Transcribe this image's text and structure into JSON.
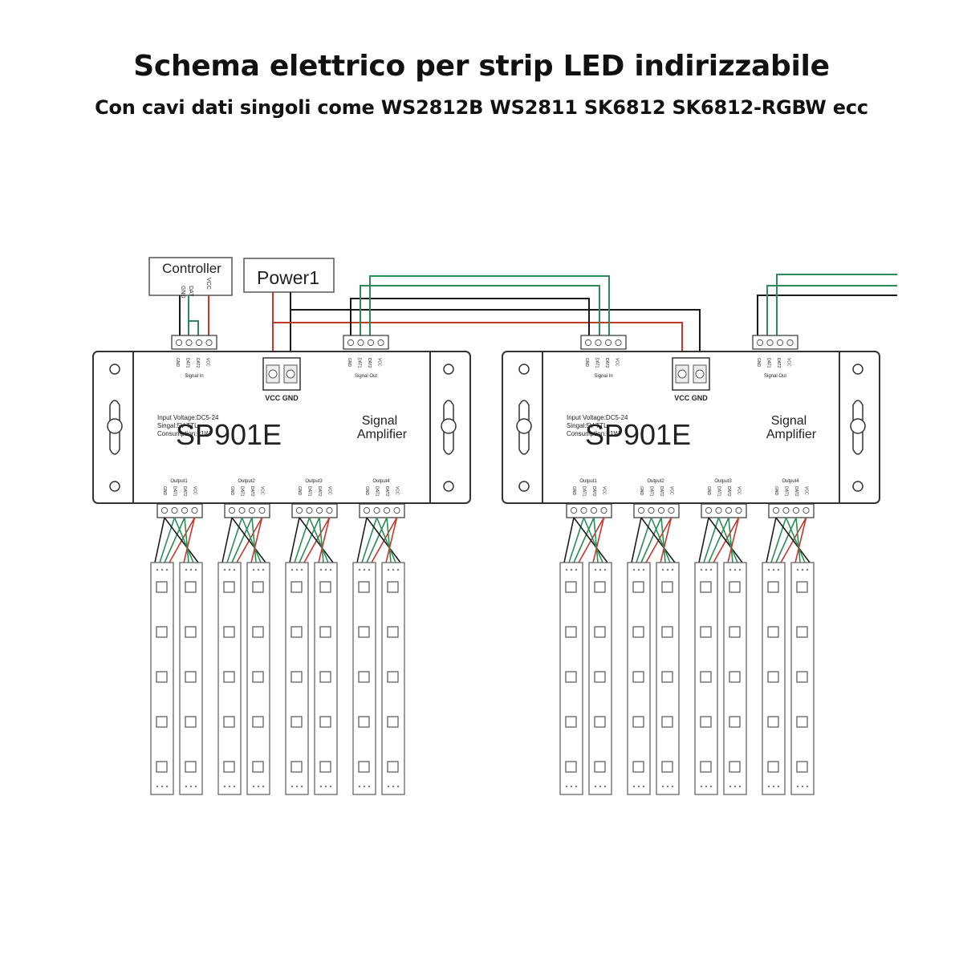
{
  "title": "Schema elettrico per strip LED indirizzabile",
  "subtitle": "Con cavi dati singoli come WS2812B WS2811 SK6812 SK6812-RGBW ecc",
  "controller": {
    "label": "Controller",
    "pins": [
      "GND",
      "DAT",
      "VCC"
    ]
  },
  "power": {
    "label": "Power1"
  },
  "amplifiers": [
    {
      "model": "SP901E",
      "name_line1": "Signal",
      "name_line2": "Amplifier",
      "spec_lines": [
        "Input Voltage:DC5-24",
        "Singal:5V TTL",
        "Consumption:<1W"
      ],
      "signal_in_label": "Signal In",
      "signal_out_label": "Signal Out",
      "power_terminal_label": "VCC GND",
      "input_pins": [
        "GND",
        "DAT1",
        "DAT2",
        "VCC"
      ],
      "outputs": [
        "Output1",
        "Output2",
        "Output3",
        "Output4"
      ]
    },
    {
      "model": "SP901E",
      "name_line1": "Signal",
      "name_line2": "Amplifier",
      "spec_lines": [
        "Input Voltage:DC5-24",
        "Singal:5V TTL",
        "Consumption:<1W"
      ],
      "signal_in_label": "Signal In",
      "signal_out_label": "Signal Out",
      "power_terminal_label": "VCC GND",
      "input_pins": [
        "GND",
        "DAT1",
        "DAT2",
        "VCC"
      ],
      "outputs": [
        "Output1",
        "Output2",
        "Output3",
        "Output4"
      ]
    }
  ],
  "wire_colors": {
    "gnd": "#1a1a1a",
    "data1": "#2e8b57",
    "data2": "#2e8b57",
    "vcc": "#c0392b"
  },
  "strip": {
    "leds_per_strip": 5,
    "strips_per_output": 2
  }
}
